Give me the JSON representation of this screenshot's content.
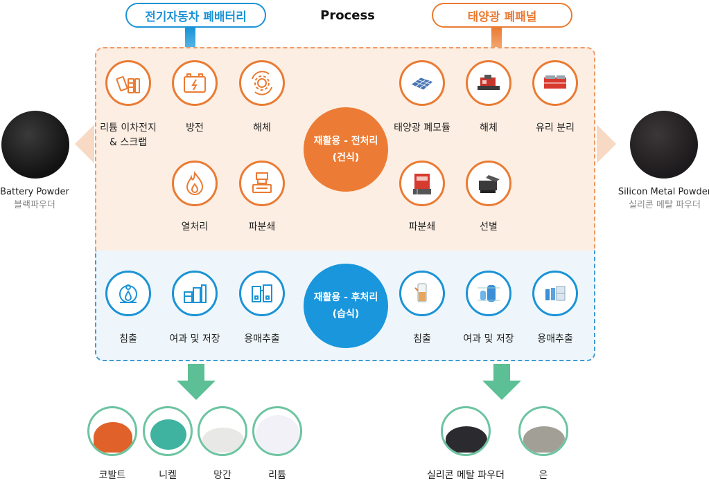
{
  "header": {
    "ev_pill": "전기자동차 폐배터리",
    "title": "Process",
    "solar_pill": "태양광 폐패널"
  },
  "left_output": {
    "name_en": "Battery Powder",
    "name_ko": "블랙파우더"
  },
  "right_output": {
    "name_en": "Silicon Metal Powder",
    "name_ko": "실리콘 메탈 파우더"
  },
  "core_top": {
    "line1": "재활용 - 전처리",
    "line2": "(건식)"
  },
  "core_bottom": {
    "line1": "재활용 - 후처리",
    "line2": "(습식)"
  },
  "ev_dry_steps": [
    {
      "label": "리튬 이차전지",
      "label2": "& 스크랩",
      "icon": "battery-cells-icon"
    },
    {
      "label": "방전",
      "icon": "car-battery-icon"
    },
    {
      "label": "해체",
      "icon": "gear-cycle-icon"
    },
    {
      "label": "열처리",
      "icon": "flame-icon"
    },
    {
      "label": "파분쇄",
      "icon": "crusher-icon"
    }
  ],
  "solar_dry_steps": [
    {
      "label": "태양광 폐모듈",
      "icon": "solar-panel-icon"
    },
    {
      "label": "해체",
      "icon": "dismantling-machine-icon"
    },
    {
      "label": "유리 분리",
      "icon": "glass-separator-icon"
    },
    {
      "label": "파분쇄",
      "icon": "shredder-machine-icon"
    },
    {
      "label": "선별",
      "icon": "sorting-machine-icon"
    }
  ],
  "ev_wet_steps": [
    {
      "label": "침출",
      "icon": "leaching-tank-icon"
    },
    {
      "label": "여과 및 저장",
      "icon": "filter-storage-icon"
    },
    {
      "label": "용매추출",
      "icon": "solvent-extraction-icon"
    }
  ],
  "solar_wet_steps": [
    {
      "label": "침출",
      "icon": "leaching-column-icon"
    },
    {
      "label": "여과 및 저장",
      "icon": "filter-tanks-icon"
    },
    {
      "label": "용매추출",
      "icon": "extraction-plant-icon"
    }
  ],
  "ev_products": [
    {
      "label": "코발트",
      "color": "#e0612a"
    },
    {
      "label": "니켈",
      "color": "#3fb3a0"
    },
    {
      "label": "망간",
      "color": "#e8e8e6"
    },
    {
      "label": "리튬",
      "color": "#f2f1f7"
    }
  ],
  "solar_products": [
    {
      "label": "실리콘 메탈 파우더",
      "color": "#2b2a2e"
    },
    {
      "label": "은",
      "color": "#a29f97"
    }
  ],
  "colors": {
    "orange": "#ea7b33",
    "blue": "#1b93d6",
    "green": "#5cbf95"
  }
}
